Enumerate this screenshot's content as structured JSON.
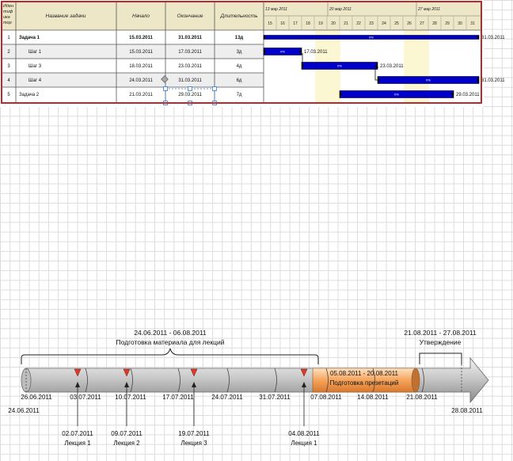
{
  "gantt": {
    "headers": {
      "id": "Иден тиф ика тор",
      "name": "Название задачи",
      "start": "Начало",
      "end": "Окончание",
      "duration": "Длительность"
    },
    "weeks": [
      "13 мар 2011",
      "20 мар 2011",
      "27 мар 2011"
    ],
    "days": [
      "15",
      "16",
      "17",
      "18",
      "19",
      "20",
      "21",
      "22",
      "23",
      "24",
      "25",
      "26",
      "27",
      "28",
      "29",
      "30",
      "31"
    ],
    "tasks": [
      {
        "id": "1",
        "name": "Задача 1",
        "start": "15.03.2011",
        "end": "31.03.2011",
        "duration": "13д",
        "bold": true,
        "indent": false,
        "bar_label": "0%",
        "end_label": "31.03.2011"
      },
      {
        "id": "2",
        "name": "Шаг 1",
        "start": "15.03.2011",
        "end": "17.03.2011",
        "duration": "3д",
        "bold": false,
        "indent": true,
        "bar_label": "0%",
        "end_label": "17.03.2011"
      },
      {
        "id": "3",
        "name": "Шаг 3",
        "start": "18.03.2011",
        "end": "23.03.2011",
        "duration": "4д",
        "bold": false,
        "indent": true,
        "bar_label": "0%",
        "end_label": "23.03.2011"
      },
      {
        "id": "4",
        "name": "Шаг 4",
        "start": "24.03.2011",
        "end": "31.03.2011",
        "duration": "6д",
        "bold": false,
        "indent": true,
        "bar_label": "0%",
        "end_label": "31.03.2011"
      },
      {
        "id": "5",
        "name": "Задача 2",
        "start": "21.03.2011",
        "end": "29.03.2011",
        "duration": "7д",
        "bold": false,
        "indent": false,
        "bar_label": "0%",
        "end_label": "29.03.2011"
      }
    ],
    "colors": {
      "bar": "#0000cc",
      "border": "#c0392b",
      "header_bg": "#ede7c7",
      "weekend": "#fbf7d2",
      "row_alt": "#eeeeee"
    }
  },
  "timeline": {
    "start_date": "24.06.2011",
    "end_date": "28.08.2011",
    "ticks": [
      "26.06.2011",
      "03.07.2011",
      "10.07.2011",
      "17.07.2011",
      "24.07.2011",
      "31.07.2011",
      "07.08.2011",
      "14.08.2011",
      "21.08.2011"
    ],
    "phases": [
      {
        "dates": "24.06.2011 - 06.08.2011",
        "label": "Подготовка материала для лекций"
      },
      {
        "dates": "21.08.2011 - 27.08.2011",
        "label": "Утверждение"
      }
    ],
    "highlight": {
      "dates": "05.08.2011 - 20.08.2011",
      "label": "Подготовка презетаций"
    },
    "milestones": [
      {
        "date": "02.07.2011",
        "label": "Лекция 1"
      },
      {
        "date": "09.07.2011",
        "label": "Лекция 2"
      },
      {
        "date": "19.07.2011",
        "label": "Лекция 3"
      },
      {
        "date": "04.08.2011",
        "label": "Лекция 1"
      }
    ],
    "colors": {
      "arrow": "#b4b4b4",
      "highlight": "#f5a35a",
      "milestone": "#d93b2b"
    }
  }
}
